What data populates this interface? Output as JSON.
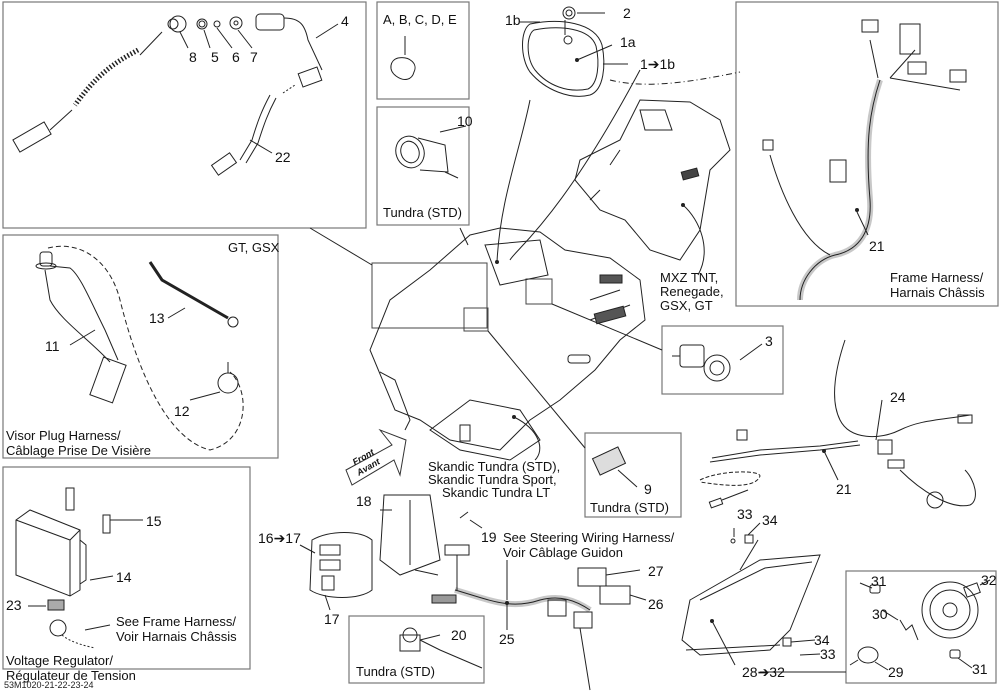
{
  "diagram": {
    "title_code": "53M1020-21-22-23-24",
    "captions": {
      "kit_letters": "A, B, C, D, E",
      "tundra_std_10": "Tundra (STD)",
      "gt_gsx": "GT, GSX",
      "visor_line1": "Visor Plug Harness/",
      "visor_line2": "Câblage Prise De Visière",
      "voltage_line1": "Voltage Regulator/",
      "voltage_line2": "Régulateur de Tension",
      "see_frame_line1": "See Frame Harness/",
      "see_frame_line2": "Voir Harnais Châssis",
      "frame_line1": "Frame Harness/",
      "frame_line2": "Harnais Châssis",
      "mxz_line1": "MXZ TNT,",
      "mxz_line2": "Renegade,",
      "mxz_line3": "GSX, GT",
      "skandic_line1": "Skandic Tundra (STD),",
      "skandic_line2": "Skandic Tundra  Sport,",
      "skandic_line3": "Skandic Tundra LT",
      "tundra_std_9": "Tundra (STD)",
      "tundra_std_20": "Tundra (STD)",
      "steering_line1": "See Steering Wiring Harness/",
      "steering_line2": "Voir Câblage Guidon",
      "front": "Front",
      "avant": "Avant"
    },
    "callouts": {
      "p1a": "1a",
      "p1b": "1b",
      "p1_1b": "1➔1b",
      "p2": "2",
      "p3": "3",
      "p4": "4",
      "p5": "5",
      "p6": "6",
      "p7": "7",
      "p8": "8",
      "p9": "9",
      "p10": "10",
      "p11": "11",
      "p12": "12",
      "p13": "13",
      "p14": "14",
      "p15": "15",
      "p16_17": "16➔17",
      "p17": "17",
      "p18": "18",
      "p19": "19",
      "p20": "20",
      "p21a": "21",
      "p21b": "21",
      "p22": "22",
      "p23": "23",
      "p24": "24",
      "p25": "25",
      "p26": "26",
      "p27": "27",
      "p28_32": "28➔32",
      "p29": "29",
      "p30": "30",
      "p31a": "31",
      "p31b": "31",
      "p32": "32",
      "p33a": "33",
      "p33b": "33",
      "p34a": "34",
      "p34b": "34"
    }
  }
}
